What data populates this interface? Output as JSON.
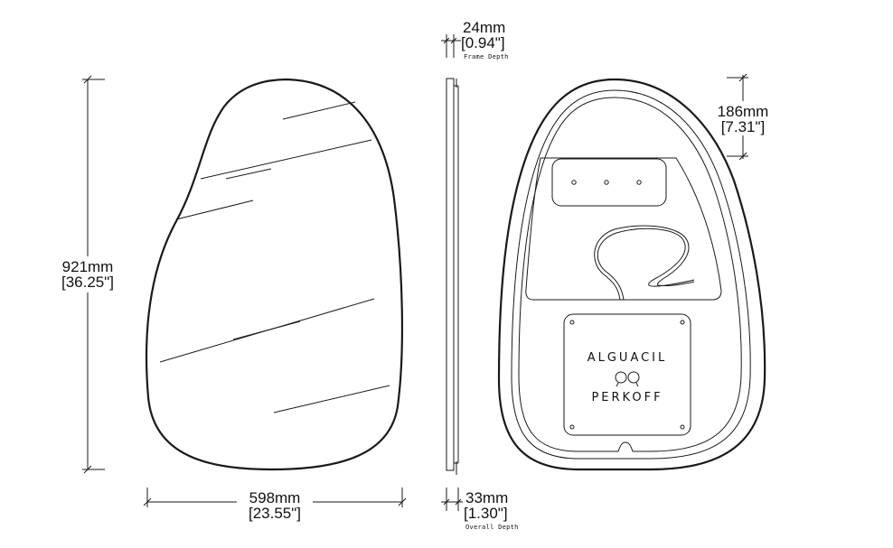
{
  "dimensions": {
    "height": {
      "mm": "921mm",
      "inch": "[36.25\"]"
    },
    "width": {
      "mm": "598mm",
      "inch": "[23.55\"]"
    },
    "frame_depth": {
      "mm": "24mm",
      "inch": "[0.94\"]",
      "caption": "Frame Depth"
    },
    "overall_depth": {
      "mm": "33mm",
      "inch": "[1.30\"]",
      "caption": "Overall Depth"
    },
    "bracket": {
      "mm": "186mm",
      "inch": "[7.31\"]"
    }
  },
  "brand_plate": {
    "line1": "ALGUACIL",
    "line2": "PERKOFF",
    "monogram": "monogram-icon"
  },
  "colors": {
    "ink": "#1a1a1a",
    "background": "#ffffff"
  }
}
